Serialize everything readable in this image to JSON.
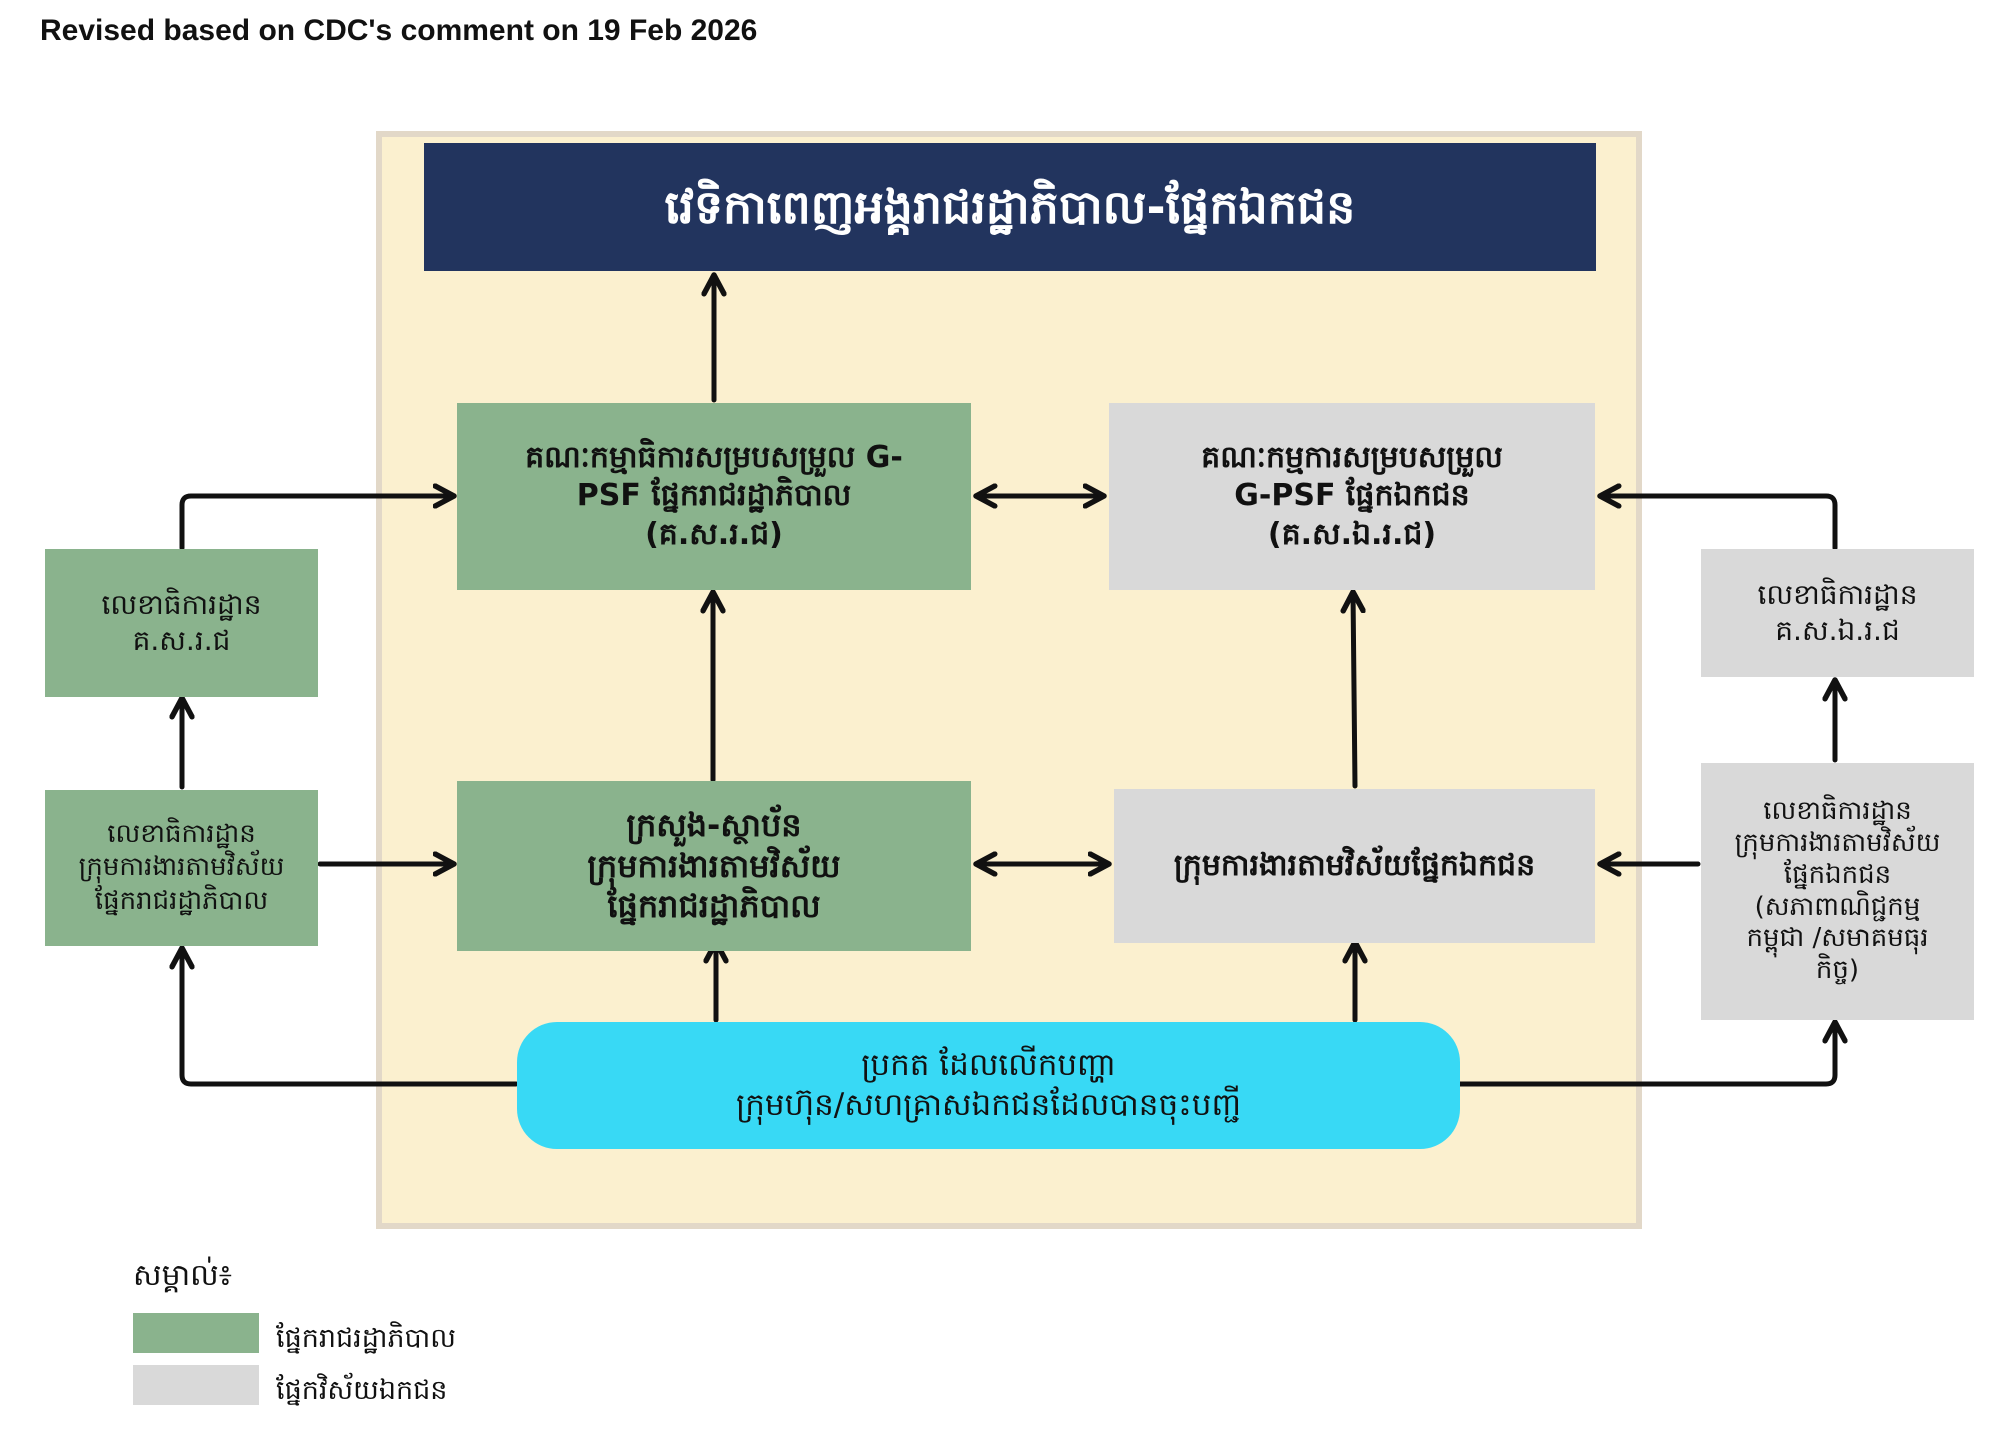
{
  "note": "Revised based on CDC's comment on 19 Feb 2026",
  "colors": {
    "government": "#8ab38d",
    "private": "#d9d9d9",
    "plenary": "#22345e",
    "private_sector": "#38d9f5",
    "frame_fill": "#fbf0cf",
    "frame_border": "#e2d8c8"
  },
  "nodes": {
    "plenary": {
      "lines": [
        "វេទិកាពេញអង្គរាជរដ្ឋាភិបាល-ផ្នែកឯកជន"
      ]
    },
    "gov_committee": {
      "lines": [
        "គណៈកម្មាធិការសម្របសម្រួល G-",
        "PSF ផ្នែករាជរដ្ឋាភិបាល",
        "(គ.ស.រ.ជ)"
      ]
    },
    "priv_committee": {
      "lines": [
        "គណៈកម្មការសម្របសម្រួល",
        "G-PSF ផ្នែកឯកជន",
        "(គ.ស.ឯ.រ.ជ)"
      ]
    },
    "gov_secretariat": {
      "lines": [
        "លេខាធិការដ្ឋាន",
        "គ.ស.រ.ជ"
      ]
    },
    "priv_secretariat": {
      "lines": [
        "លេខាធិការដ្ឋាន",
        "គ.ស.ឯ.រ.ជ"
      ]
    },
    "gov_wg_secretariat": {
      "lines": [
        "លេខាធិការដ្ឋាន",
        "ក្រុមការងារតាមវិស័យ",
        "ផ្នែករាជរដ្ឋាភិបាល"
      ]
    },
    "ministries": {
      "lines": [
        "ក្រសួង-ស្ថាប័ន",
        "ក្រុមការងារតាមវិស័យ",
        "ផ្នែករាជរដ្ឋាភិបាល"
      ]
    },
    "priv_wg": {
      "lines": [
        "ក្រុមការងារតាមវិស័យផ្នែកឯកជន"
      ]
    },
    "priv_wg_secretariat": {
      "lines": [
        "លេខាធិការដ្ឋាន",
        "ក្រុមការងារតាមវិស័យ",
        "ផ្នែកឯកជន",
        "(សភាពាណិជ្ជកម្ម",
        "កម្ពុជា /សមាគមធុរ",
        "កិច្ច)"
      ]
    },
    "private_sector": {
      "lines": [
        "ប្រកត ដែលលើកបញ្ហា",
        "ក្រុមហ៊ុន/សហគ្រាសឯកជនដែលបានចុះបញ្ជី"
      ]
    }
  },
  "legend": {
    "title": "សម្គាល់៖",
    "items": [
      {
        "label": "ផ្នែករាជរដ្ឋាភិបាល",
        "color": "#8ab38d"
      },
      {
        "label": "ផ្នែកវិស័យឯកជន",
        "color": "#d9d9d9"
      }
    ]
  }
}
